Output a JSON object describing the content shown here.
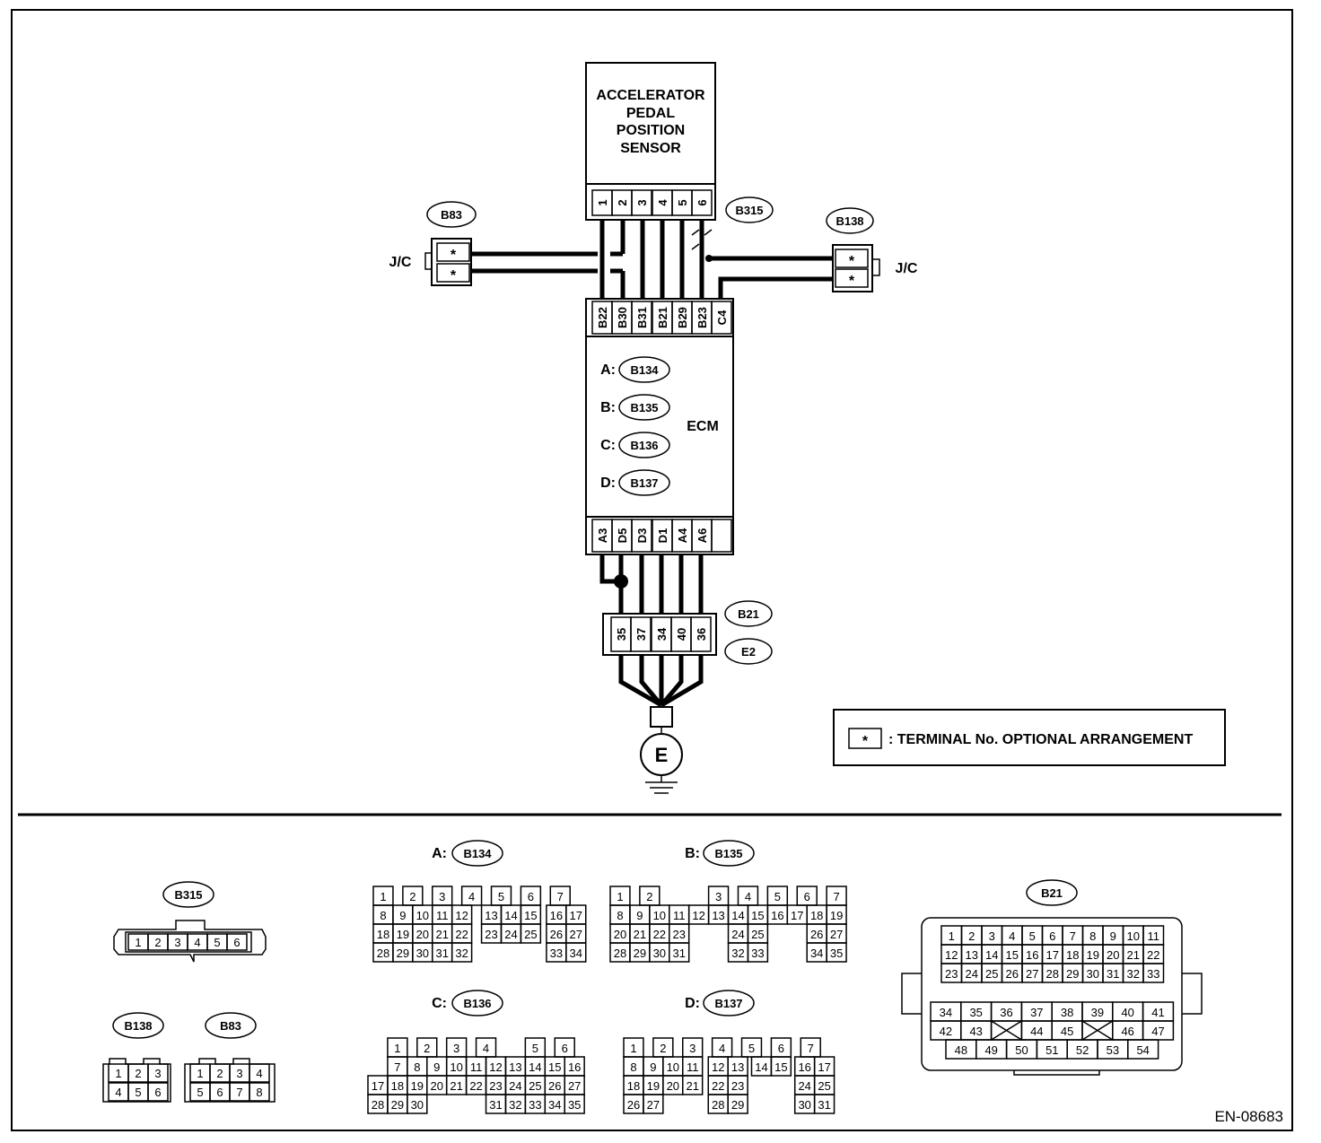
{
  "sensor": {
    "lines": [
      "ACCELERATOR",
      "PEDAL",
      "POSITION",
      "SENSOR"
    ]
  },
  "sensor_pins": [
    "1",
    "2",
    "3",
    "4",
    "5",
    "6"
  ],
  "connectors": {
    "b315": "B315",
    "b83": "B83",
    "b138": "B138",
    "b21": "B21",
    "e2": "E2",
    "b134": "B134",
    "b135": "B135",
    "b136": "B136",
    "b137": "B137"
  },
  "jc_label": "J/C",
  "star": "*",
  "ecm": {
    "label": "ECM",
    "prefixes": [
      "A:",
      "B:",
      "C:",
      "D:"
    ],
    "top_pins": [
      "B22",
      "B30",
      "B31",
      "B21",
      "B29",
      "B23",
      "C4"
    ],
    "bottom_pins": [
      "A3",
      "D5",
      "D3",
      "D1",
      "A4",
      "A6"
    ]
  },
  "b21_pins": [
    "35",
    "37",
    "34",
    "40",
    "36"
  ],
  "ground": "E",
  "legend": {
    "symbol": "*",
    "text": ": TERMINAL No. OPTIONAL ARRANGEMENT"
  },
  "ref": "EN-08683",
  "views": {
    "b315_pins": [
      "1",
      "2",
      "3",
      "4",
      "5",
      "6"
    ],
    "b138_pins": [
      [
        "1",
        "2",
        "3"
      ],
      [
        "4",
        "5",
        "6"
      ]
    ],
    "b83_pins": [
      [
        "1",
        "2",
        "3",
        "4"
      ],
      [
        "5",
        "6",
        "7",
        "8"
      ]
    ],
    "a_label": "A:",
    "b_label": "B:",
    "c_label": "C:",
    "d_label": "D:",
    "b134_rows": [
      [
        "1",
        "2",
        "3",
        "4",
        "5",
        "6",
        "7"
      ],
      [
        "8",
        "9",
        "10",
        "11",
        "12",
        "13",
        "14",
        "15",
        "16",
        "17"
      ],
      [
        "18",
        "19",
        "20",
        "21",
        "22",
        "23",
        "24",
        "25",
        "26",
        "27"
      ],
      [
        "28",
        "29",
        "30",
        "31",
        "32",
        "33",
        "34"
      ]
    ],
    "b135_rows": [
      [
        "1",
        "2",
        "3",
        "4",
        "5",
        "6",
        "7"
      ],
      [
        "8",
        "9",
        "10",
        "11",
        "12",
        "13",
        "14",
        "15",
        "16",
        "17",
        "18",
        "19"
      ],
      [
        "20",
        "21",
        "22",
        "23",
        "24",
        "25",
        "26",
        "27"
      ],
      [
        "28",
        "29",
        "30",
        "31",
        "32",
        "33",
        "34",
        "35"
      ]
    ],
    "b136_rows": [
      [
        "1",
        "2",
        "3",
        "4",
        "5",
        "6"
      ],
      [
        "7",
        "8",
        "9",
        "10",
        "11",
        "12",
        "13",
        "14",
        "15",
        "16"
      ],
      [
        "17",
        "18",
        "19",
        "20",
        "21",
        "22",
        "23",
        "24",
        "25",
        "26",
        "27"
      ],
      [
        "28",
        "29",
        "30",
        "31",
        "32",
        "33",
        "34",
        "35"
      ]
    ],
    "b137_rows": [
      [
        "1",
        "2",
        "3",
        "4",
        "5",
        "6",
        "7"
      ],
      [
        "8",
        "9",
        "10",
        "11",
        "12",
        "13",
        "14",
        "15",
        "16",
        "17"
      ],
      [
        "18",
        "19",
        "20",
        "21",
        "22",
        "23",
        "24",
        "25"
      ],
      [
        "26",
        "27",
        "28",
        "29",
        "30",
        "31"
      ]
    ],
    "b21_rows": [
      [
        "1",
        "2",
        "3",
        "4",
        "5",
        "6",
        "7",
        "8",
        "9",
        "10",
        "11"
      ],
      [
        "12",
        "13",
        "14",
        "15",
        "16",
        "17",
        "18",
        "19",
        "20",
        "21",
        "22"
      ],
      [
        "23",
        "24",
        "25",
        "26",
        "27",
        "28",
        "29",
        "30",
        "31",
        "32",
        "33"
      ],
      [
        "34",
        "35",
        "36",
        "37",
        "38",
        "39",
        "40",
        "41"
      ],
      [
        "42",
        "43",
        "44",
        "45",
        "46",
        "47"
      ],
      [
        "48",
        "49",
        "50",
        "51",
        "52",
        "53",
        "54"
      ]
    ]
  }
}
